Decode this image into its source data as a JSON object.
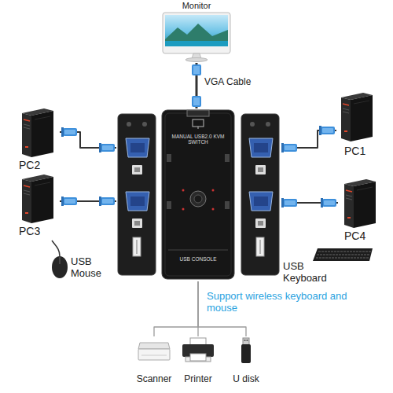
{
  "diagram": {
    "nodes": [
      {
        "text": [
          "Monitor"
        ]
      },
      {
        "text": [
          "PC2"
        ]
      },
      {
        "text": [
          "MANUAL USB2.0 KVM SWITCH",
          "USB CONSOLE"
        ]
      },
      {
        "text": [
          "PC1"
        ]
      },
      {
        "text": [
          "PC3"
        ]
      },
      {
        "text": [
          "PC4"
        ]
      },
      {
        "text": [
          "USB Mouse"
        ]
      },
      {
        "text": [
          "USB Keyboard"
        ]
      },
      {
        "text": [
          "Scanner"
        ]
      },
      {
        "text": [
          "Printer"
        ]
      },
      {
        "text": [
          "U disk"
        ]
      }
    ],
    "edges": [
      {
        "from": 0,
        "to": 2,
        "arrow": "none",
        "label": "VGA Cable"
      },
      {
        "from": 1,
        "to": 2,
        "arrow": "none"
      },
      {
        "from": 3,
        "to": 2,
        "arrow": "none"
      },
      {
        "from": 4,
        "to": 2,
        "arrow": "none"
      },
      {
        "from": 5,
        "to": 2,
        "arrow": "none"
      },
      {
        "from": 2,
        "to": 8,
        "arrow": "none"
      },
      {
        "from": 2,
        "to": 9,
        "arrow": "none"
      },
      {
        "from": 2,
        "to": 10,
        "arrow": "none"
      }
    ],
    "labels": [
      "Support wireless keyboard and mouse"
    ]
  }
}
